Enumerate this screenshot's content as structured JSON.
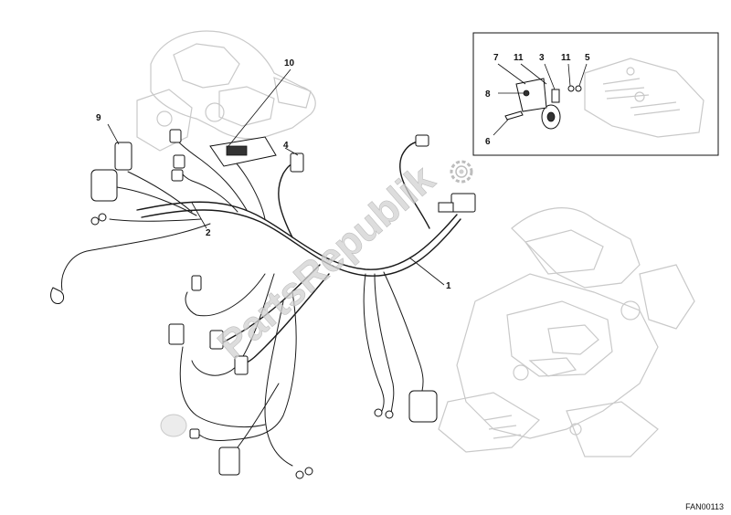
{
  "callouts": {
    "c1": "1",
    "c2": "2",
    "c3": "3",
    "c4": "4",
    "c5": "5",
    "c6": "6",
    "c7": "7",
    "c8": "8",
    "c9": "9",
    "c10": "10",
    "c11a": "11",
    "c11b": "11"
  },
  "drawing_ref": "FAN00113",
  "watermark": "PartsRepublik",
  "icons": {
    "watermark_gear": "gear-icon"
  }
}
